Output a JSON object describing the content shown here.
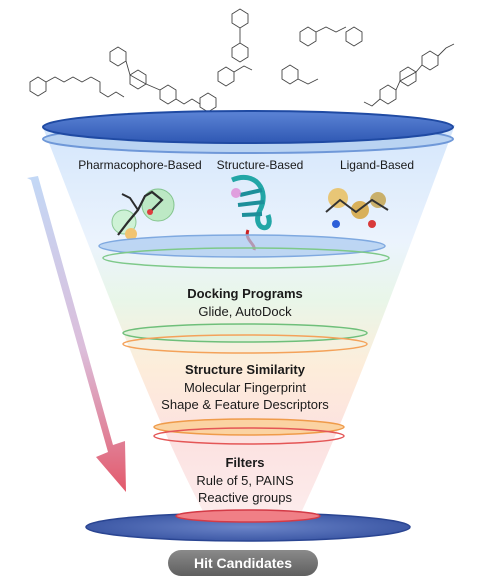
{
  "methods": {
    "pharmacophore": "Pharmacophore-Based",
    "structure": "Structure-Based",
    "ligand": "Ligand-Based"
  },
  "stages": {
    "docking": {
      "title": "Docking Programs",
      "line1": "Glide, AutoDock"
    },
    "similarity": {
      "title": "Structure Similarity",
      "line1": "Molecular Fingerprint",
      "line2": "Shape & Feature Descriptors"
    },
    "filters": {
      "title": "Filters",
      "line1": "Rule of 5, PAINS",
      "line2": "Reactive groups"
    }
  },
  "output": {
    "label": "Hit Candidates"
  },
  "colors": {
    "top_disc": "#3a66c4",
    "blue_ring": "#9fc3ee",
    "green_ring": "#7ec98a",
    "orange_ring": "#f4a25a",
    "red_ring": "#e45656",
    "bottom_disc": "#3f5fb5",
    "arrow": "#e35a66"
  }
}
